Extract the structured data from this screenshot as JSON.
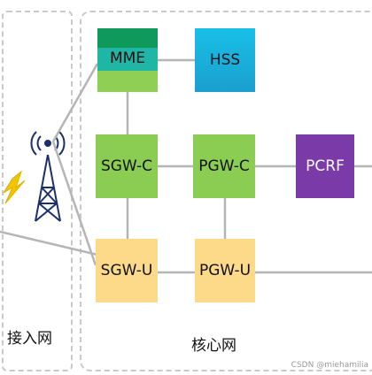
{
  "regions": {
    "access": "接入网",
    "core": "核心网"
  },
  "nodes": {
    "mme": "MME",
    "hss": "HSS",
    "sgw_c": "SGW-C",
    "pgw_c": "PGW-C",
    "pcrf": "PCRF",
    "sgw_u": "SGW-U",
    "pgw_u": "PGW-U"
  },
  "icons": {
    "base_station": "cell-tower-icon",
    "lightning": "lightning-icon"
  },
  "colors": {
    "mme_top": "#0f9a5c",
    "mme_mid": "#1fb6a6",
    "mme_bottom": "#8fcf55",
    "hss": "#1aaed8",
    "control_plane": "#8bcd52",
    "pcrf": "#7a3aa8",
    "user_plane": "#fdd98a",
    "link": "#b5b5b5"
  },
  "watermark": "CSDN @miehamilia"
}
